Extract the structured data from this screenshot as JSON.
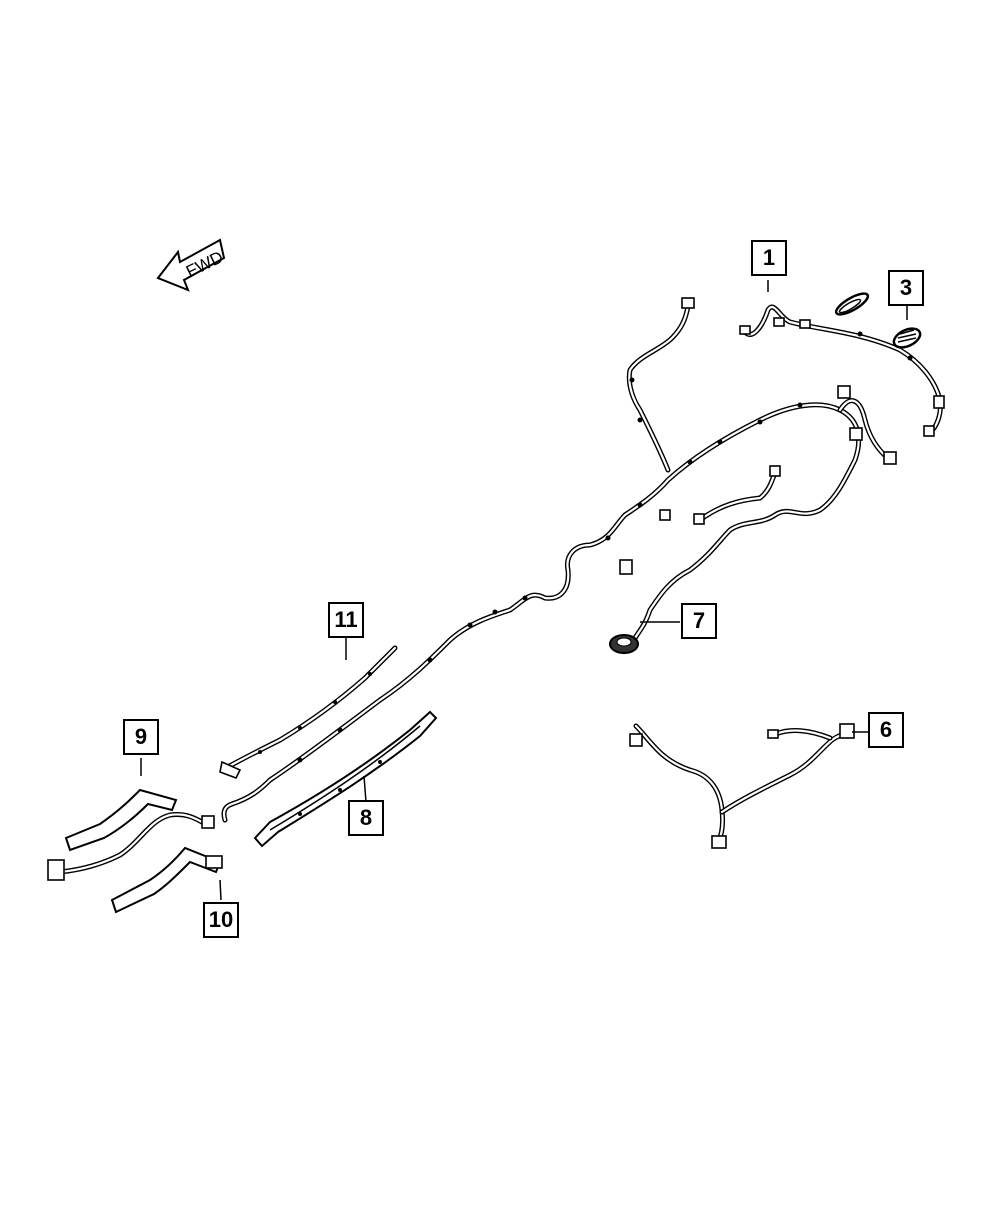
{
  "fwd_arrow": {
    "label": "FWD",
    "icon": "forward-arrow-icon"
  },
  "callouts": [
    {
      "id": "1",
      "label": "1"
    },
    {
      "id": "3",
      "label": "3"
    },
    {
      "id": "6",
      "label": "6"
    },
    {
      "id": "7",
      "label": "7"
    },
    {
      "id": "8",
      "label": "8"
    },
    {
      "id": "9",
      "label": "9"
    },
    {
      "id": "10",
      "label": "10"
    },
    {
      "id": "11",
      "label": "11"
    }
  ],
  "colors": {
    "line": "#000000",
    "background": "#ffffff"
  }
}
